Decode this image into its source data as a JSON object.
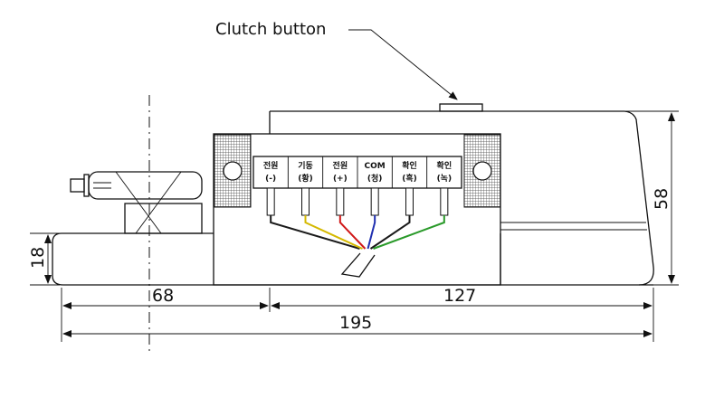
{
  "callout": {
    "clutch_button": "Clutch button"
  },
  "dimensions": {
    "left_height": "18",
    "right_height": "58",
    "left_width": "68",
    "right_width": "127",
    "total_width": "195"
  },
  "terminals": [
    {
      "top": "전원",
      "bottom": "(-)",
      "wire_color": "#1a1a1a"
    },
    {
      "top": "기동",
      "bottom": "(황)",
      "wire_color": "#d4b800"
    },
    {
      "top": "전원",
      "bottom": "(+)",
      "wire_color": "#d01818"
    },
    {
      "top": "COM",
      "bottom": "(청)",
      "wire_color": "#2030b0"
    },
    {
      "top": "확인",
      "bottom": "(흑)",
      "wire_color": "#1a1a1a"
    },
    {
      "top": "확인",
      "bottom": "(녹)",
      "wire_color": "#2a9a2a"
    }
  ]
}
